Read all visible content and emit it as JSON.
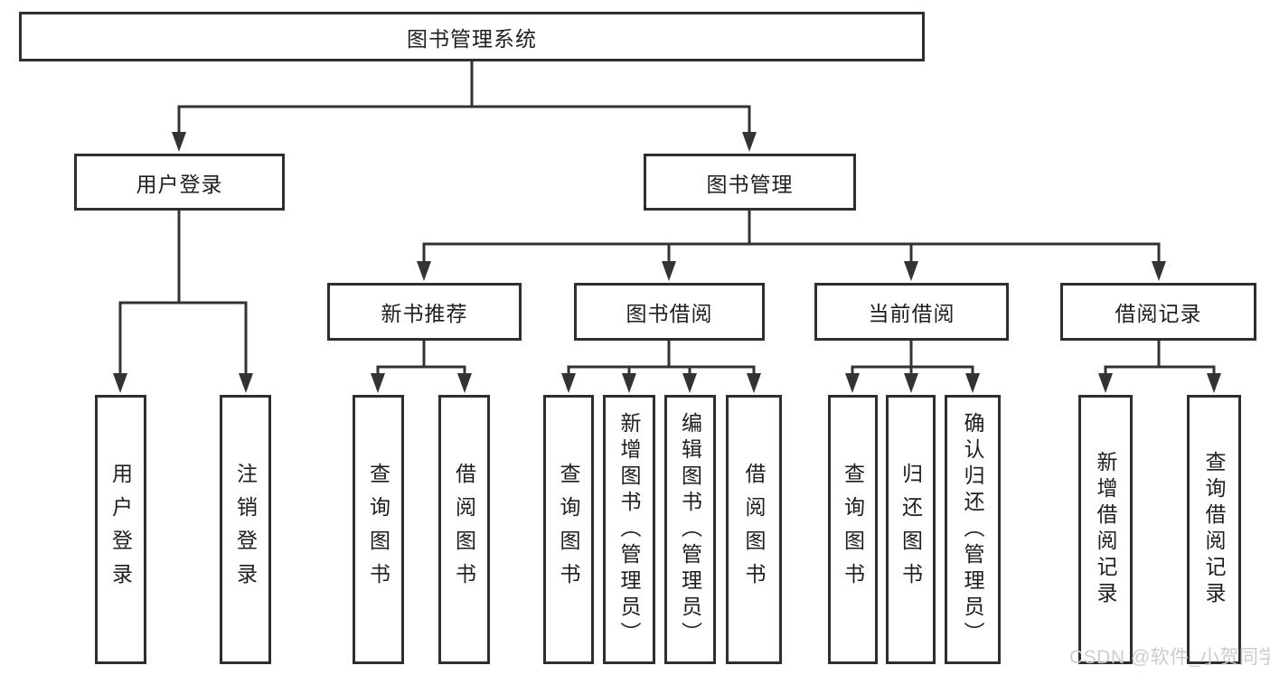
{
  "diagram": {
    "title": "图书管理系统",
    "branches": [
      {
        "label": "用户登录",
        "children": [
          "用户登录",
          "注销登录"
        ]
      },
      {
        "label": "图书管理",
        "sections": [
          {
            "label": "新书推荐",
            "children": [
              "查询图书",
              "借阅图书"
            ]
          },
          {
            "label": "图书借阅",
            "children": [
              "查询图书",
              "新增图书（管理员）",
              "编辑图书（管理员）",
              "借阅图书"
            ]
          },
          {
            "label": "当前借阅",
            "children": [
              "查询图书",
              "归还图书",
              "确认归还（管理员）"
            ]
          },
          {
            "label": "借阅记录",
            "children": [
              "新增借阅记录",
              "查询借阅记录"
            ]
          }
        ]
      }
    ],
    "colors": {
      "line": "#333333",
      "box_border": "#2e2e2e",
      "text": "#1e1e1e",
      "background": "#ffffff"
    }
  },
  "watermark": {
    "text": "CSDN @软件_小贺同学",
    "color": "#c9ccd0"
  }
}
